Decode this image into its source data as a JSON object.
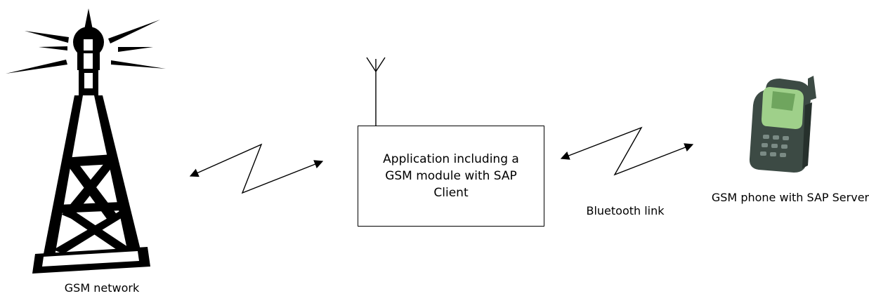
{
  "diagram": {
    "tower_label": "GSM network",
    "app_box_text": "Application including a GSM module with SAP Client",
    "bluetooth_label": "Bluetooth link",
    "phone_label": "GSM phone with SAP Server"
  },
  "icons": {
    "tower": "radio-tower-icon",
    "antenna": "antenna-icon",
    "phone": "mobile-phone-icon",
    "link": "double-headed-zigzag-arrow"
  },
  "colors": {
    "line": "#000000",
    "phone_body": "#3c4a44",
    "phone_screen": "#9fd08a"
  }
}
